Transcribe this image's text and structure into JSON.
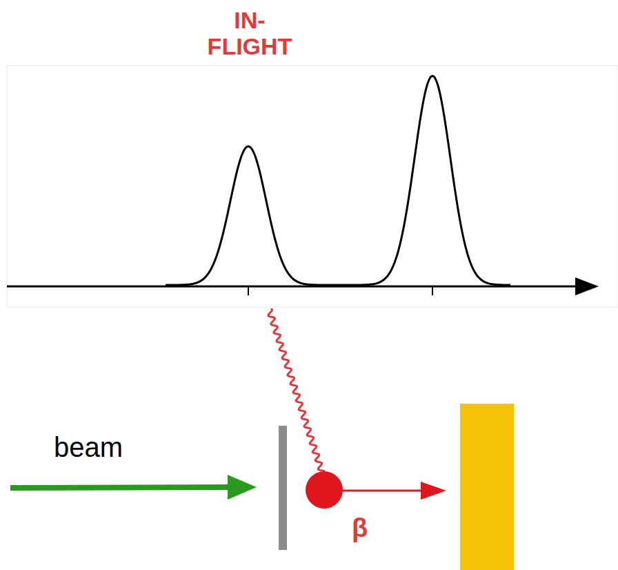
{
  "diagram": {
    "title": "IN- FLIGHT",
    "labels": [
      "beam",
      "β"
    ]
  }
}
